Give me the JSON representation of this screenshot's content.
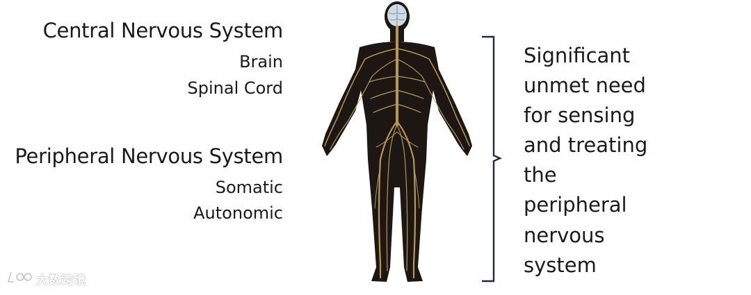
{
  "cns": {
    "heading": "Central Nervous System",
    "items": [
      "Brain",
      "Spinal Cord"
    ]
  },
  "pns": {
    "heading": "Peripheral Nervous System",
    "items": [
      "Somatic",
      "Autonomic"
    ]
  },
  "statement": {
    "lines": [
      "Significant",
      "unmet need",
      "for sensing",
      "and treating",
      "the",
      "peripheral",
      "nervous",
      "system"
    ]
  },
  "watermark": {
    "text": "大数跨境",
    "icon": "brand-logo-icon"
  },
  "colors": {
    "body": "#1c1712",
    "nerves": "#c9a25a",
    "brain": "#cfdce6",
    "text": "#1a1a1a",
    "bracket": "#1e2a44"
  }
}
